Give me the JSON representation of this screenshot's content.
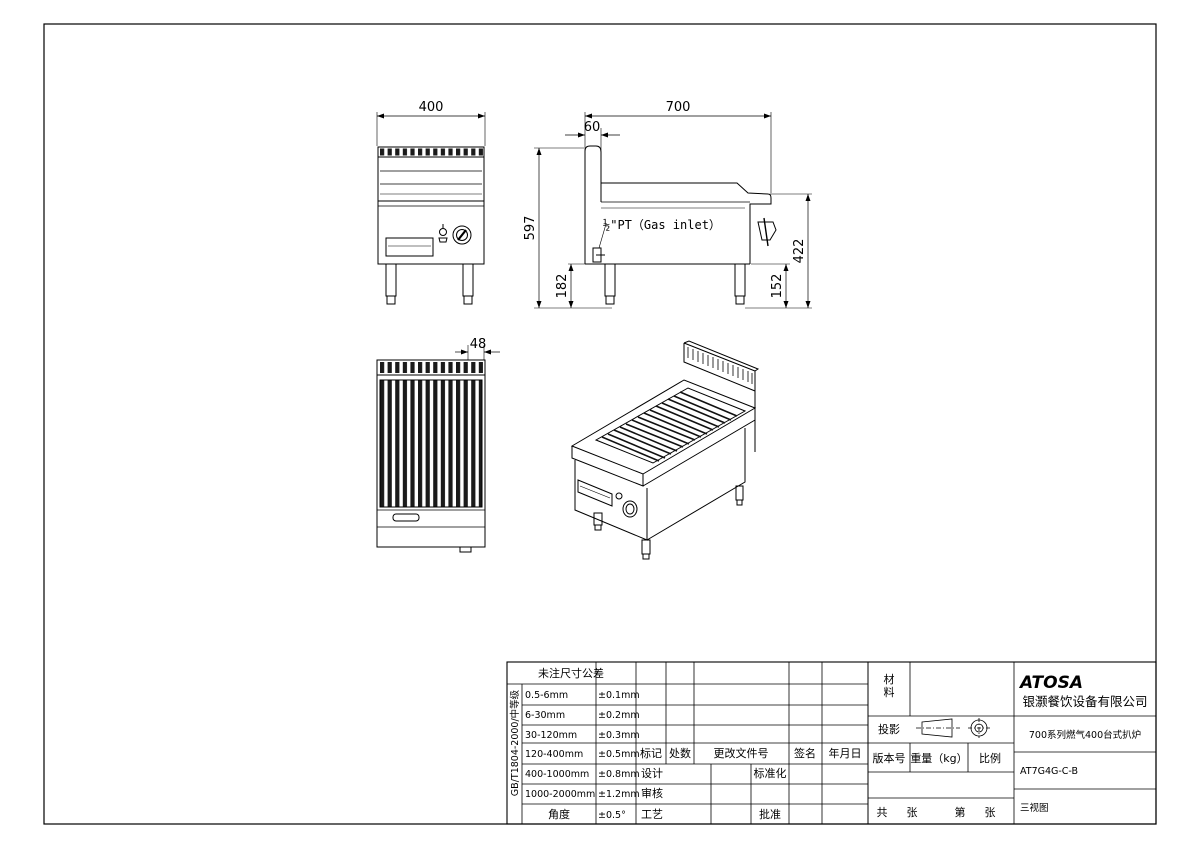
{
  "dimensions": {
    "width_400": "400",
    "depth_700": "700",
    "splash_60": "60",
    "height_597": "597",
    "height_182": "182",
    "height_422": "422",
    "height_152": "152",
    "grid_48": "48"
  },
  "gas_note": "½\"PT（Gas inlet）",
  "title_block": {
    "tolerance_title": "未注尺寸公差",
    "standard": "GB/T1804-2000/中等级",
    "tolerances": [
      {
        "range": "0.5-6mm",
        "tol": "±0.1mm"
      },
      {
        "range": "6-30mm",
        "tol": "±0.2mm"
      },
      {
        "range": "30-120mm",
        "tol": "±0.3mm"
      },
      {
        "range": "120-400mm",
        "tol": "±0.5mm"
      },
      {
        "range": "400-1000mm",
        "tol": "±0.8mm"
      },
      {
        "range": "1000-2000mm",
        "tol": "±1.2mm"
      },
      {
        "range": "角度",
        "tol": "±0.5°"
      }
    ],
    "revision_headers": {
      "mark": "标记",
      "count": "处数",
      "doc": "更改文件号",
      "sign": "签名",
      "date": "年月日"
    },
    "roles": {
      "design": "设计",
      "standardize": "标准化",
      "review": "审核",
      "process": "工艺",
      "approve": "批准"
    },
    "material_label": "材\n料",
    "projection_label": "投影",
    "version_label": "版本号",
    "weight_label": "重量（kg）",
    "scale_label": "比例",
    "total_label": "共",
    "sheet_label": "张",
    "page_label": "第",
    "page_sheet_label": "张",
    "brand": "ATOSA",
    "company": "银灏餐饮设备有限公司",
    "product_name": "700系列燃气400台式扒炉",
    "model": "AT7G4G-C-B",
    "view_name": "三视图"
  }
}
